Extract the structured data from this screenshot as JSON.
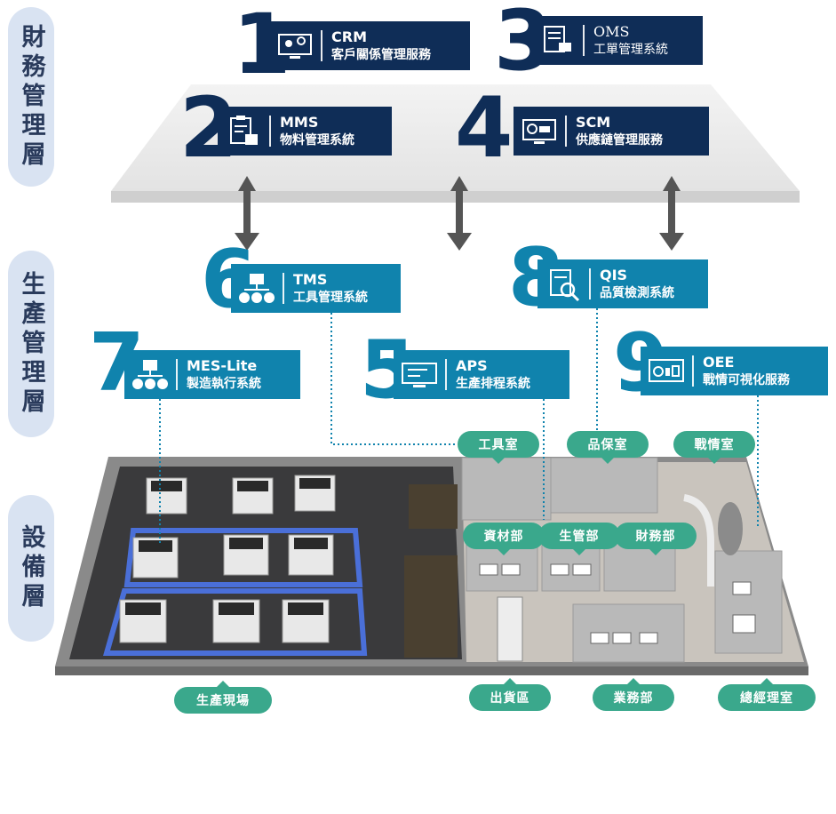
{
  "layers": {
    "finance": "財務管理層",
    "production": "生產管理層",
    "equipment": "設備層"
  },
  "finance_systems": {
    "crm": {
      "num": "1",
      "code": "CRM",
      "name": "客戶關係管理服務"
    },
    "mms": {
      "num": "2",
      "code": "MMS",
      "name": "物料管理系統"
    },
    "oms": {
      "num": "3",
      "code": "OMS",
      "name": "工單管理系統"
    },
    "scm": {
      "num": "4",
      "code": "SCM",
      "name": "供應鏈管理服務"
    }
  },
  "production_systems": {
    "aps": {
      "num": "5",
      "code": "APS",
      "name": "生產排程系統"
    },
    "tms": {
      "num": "6",
      "code": "TMS",
      "name": "工具管理系統"
    },
    "mes": {
      "num": "7",
      "code": "MES-Lite",
      "name": "製造執行系統"
    },
    "qis": {
      "num": "8",
      "code": "QIS",
      "name": "品質檢測系統"
    },
    "oee": {
      "num": "9",
      "code": "OEE",
      "name": "戰情可視化服務"
    }
  },
  "rooms": {
    "tool_room": "工具室",
    "qa_room": "品保室",
    "war_room": "戰情室",
    "materials": "資材部",
    "production_mgmt": "生管部",
    "finance_dept": "財務部",
    "production_floor": "生產現場",
    "shipping": "出貨區",
    "sales": "業務部",
    "gm_office": "總經理室"
  },
  "colors": {
    "navy": "#0f2d57",
    "teal": "#1083ad",
    "green": "#3aa88c",
    "layer_bg": "#d9e3f2"
  }
}
